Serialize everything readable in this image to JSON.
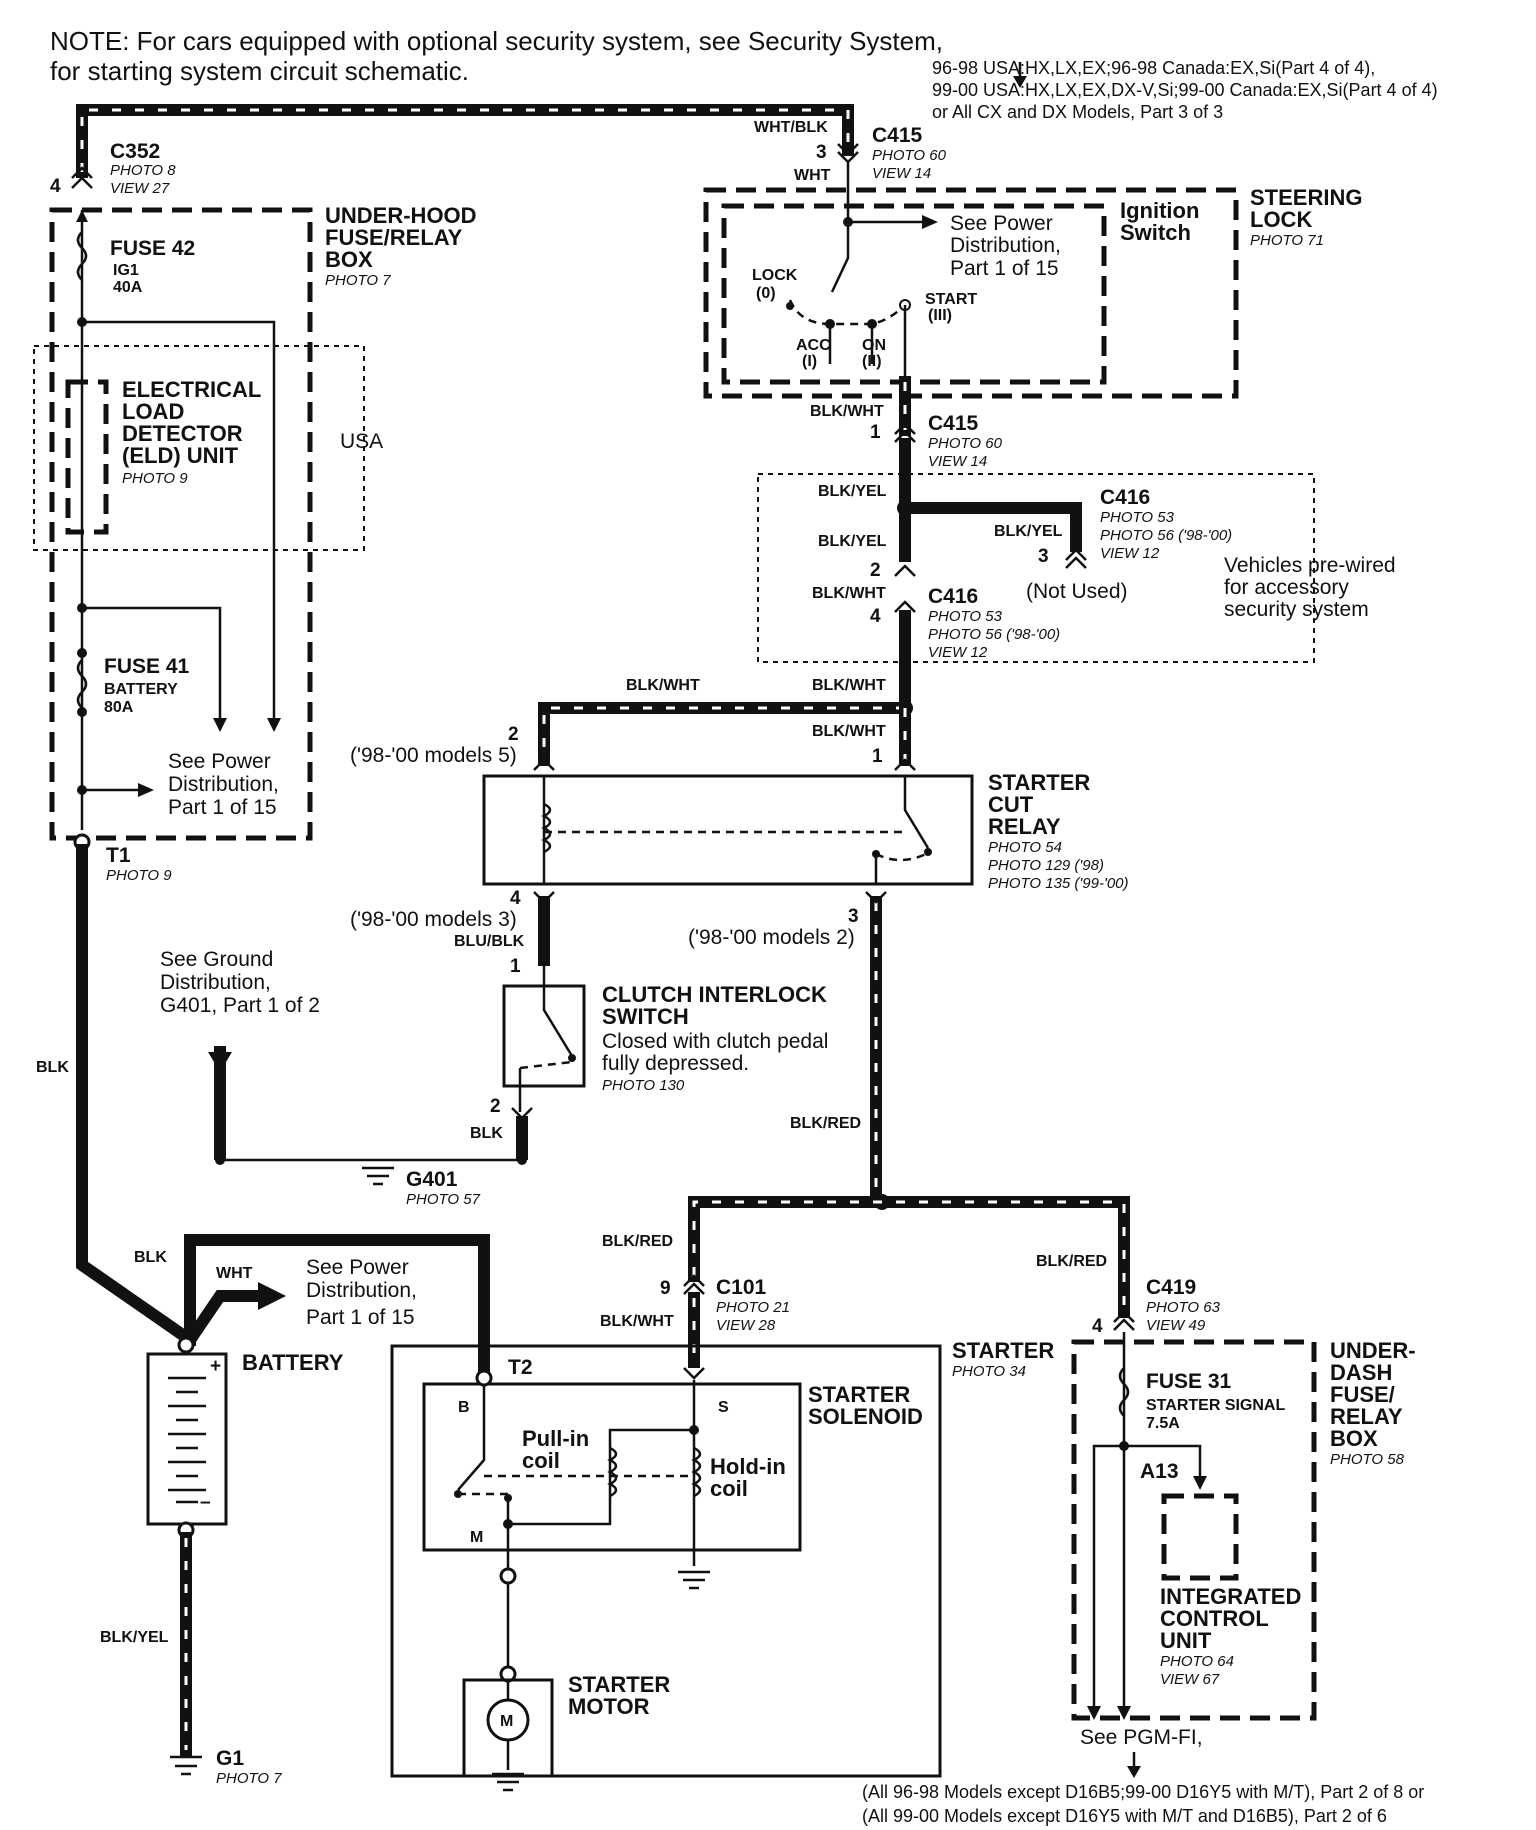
{
  "note": {
    "line1": "NOTE: For cars equipped with optional security system, see Security System,",
    "line2": "for starting system circuit schematic.",
    "ref1": "96-98 USA:HX,LX,EX;96-98 Canada:EX,Si(Part 4 of 4),",
    "ref2": "99-00 USA:HX,LX,EX,DX-V,Si;99-00 Canada:EX,Si(Part 4 of 4)",
    "ref3": "or All CX and DX Models, Part 3 of 3"
  },
  "c352": {
    "name": "C352",
    "photo": "PHOTO 8",
    "view": "VIEW 27",
    "pin": "4"
  },
  "underhood": {
    "l1": "UNDER-HOOD",
    "l2": "FUSE/RELAY",
    "l3": "BOX",
    "photo": "PHOTO 7"
  },
  "fuse42": {
    "name": "FUSE 42",
    "sub": "IG1",
    "amp": "40A"
  },
  "eld": {
    "l1": "ELECTRICAL",
    "l2": "LOAD",
    "l3": "DETECTOR",
    "l4": "(ELD) UNIT",
    "photo": "PHOTO 9",
    "region": "USA"
  },
  "fuse41": {
    "name": "FUSE 41",
    "sub": "BATTERY",
    "amp": "80A"
  },
  "powerdist1": {
    "l1": "See Power",
    "l2": "Distribution,",
    "l3": "Part 1 of 15"
  },
  "t1": {
    "name": "T1",
    "photo": "PHOTO 9"
  },
  "wires": {
    "blk_left": "BLK",
    "blk_batt": "BLK",
    "wht_batt": "WHT",
    "blkyel_g1": "BLK/YEL",
    "whtblk": "WHT/BLK",
    "wht": "WHT",
    "blkwht_c415": "BLK/WHT",
    "blkyel_1": "BLK/YEL",
    "blkyel_2": "BLK/YEL",
    "blkyel_3": "BLK/YEL",
    "blkwht_c416": "BLK/WHT",
    "blkwht_top": "BLK/WHT",
    "blkwht_top2": "BLK/WHT",
    "blkwht_relay": "BLK/WHT",
    "blublk": "BLU/BLK",
    "blk_clutch": "BLK",
    "blkred_main": "BLK/RED",
    "blkred_c101": "BLK/RED",
    "blkwht_c101": "BLK/WHT",
    "blkred_c419": "BLK/RED"
  },
  "c415_top": {
    "name": "C415",
    "photo": "PHOTO 60",
    "view": "VIEW 14",
    "pin": "3"
  },
  "ignition": {
    "steering1": "STEERING",
    "steering2": "LOCK",
    "steering_photo": "PHOTO 71",
    "sw1": "Ignition",
    "sw2": "Switch",
    "pd1": "See Power",
    "pd2": "Distribution,",
    "pd3": "Part 1 of 15",
    "lock": "LOCK",
    "lock0": "(0)",
    "acc": "ACC",
    "acc1": "(I)",
    "on": "ON",
    "on2": "(II)",
    "start": "START",
    "start3": "(III)"
  },
  "c415_bot": {
    "name": "C415",
    "photo": "PHOTO 60",
    "view": "VIEW 14",
    "pin": "1"
  },
  "c416_top": {
    "name": "C416",
    "photo": "PHOTO 53",
    "photo2": "PHOTO 56 ('98-'00)",
    "view": "VIEW 12",
    "pin": "3",
    "notused": "(Not Used)"
  },
  "c416_bot": {
    "name": "C416",
    "photo": "PHOTO 53",
    "photo2": "PHOTO 56 ('98-'00)",
    "view": "VIEW 12",
    "pin2": "2",
    "pin4": "4"
  },
  "prewired": {
    "l1": "Vehicles pre-wired",
    "l2": "for accessory",
    "l3": "security system"
  },
  "relay": {
    "l1": "STARTER",
    "l2": "CUT",
    "l3": "RELAY",
    "photo": "PHOTO 54",
    "photo2": "PHOTO 129 ('98)",
    "photo3": "PHOTO 135 ('99-'00)",
    "pin2": "2",
    "pin2note": "('98-'00 models 5)",
    "pin1": "1",
    "pin4": "4",
    "pin4note": "('98-'00 models 3)",
    "pin3": "3",
    "pin3note": "('98-'00 models 2)"
  },
  "ground_ref": {
    "l1": "See Ground",
    "l2": "Distribution,",
    "l3": "G401, Part 1 of 2"
  },
  "clutch": {
    "l1": "CLUTCH INTERLOCK",
    "l2": "SWITCH",
    "d1": "Closed with clutch pedal",
    "d2": "fully depressed.",
    "photo": "PHOTO 130",
    "pin1": "1",
    "pin2": "2"
  },
  "g401": {
    "name": "G401",
    "photo": "PHOTO 57"
  },
  "battery": {
    "name": "BATTERY",
    "plus": "+",
    "minus": "–"
  },
  "powerdist_batt": {
    "l1": "See Power",
    "l2": "Distribution,",
    "l3": "Part 1 of 15"
  },
  "g1": {
    "name": "G1",
    "photo": "PHOTO 7"
  },
  "c101": {
    "name": "C101",
    "photo": "PHOTO 21",
    "view": "VIEW 28",
    "pin": "9"
  },
  "starter": {
    "name": "STARTER",
    "photo": "PHOTO 34"
  },
  "solenoid": {
    "l1": "STARTER",
    "l2": "SOLENOID",
    "t2": "T2",
    "b": "B",
    "s": "S",
    "m": "M",
    "pullin1": "Pull-in",
    "pullin2": "coil",
    "hold1": "Hold-in",
    "hold2": "coil"
  },
  "motor": {
    "l1": "STARTER",
    "l2": "MOTOR",
    "m": "M"
  },
  "c419": {
    "name": "C419",
    "photo": "PHOTO 63",
    "view": "VIEW 49",
    "pin": "4"
  },
  "underdash": {
    "l1": "UNDER-",
    "l2": "DASH",
    "l3": "FUSE/",
    "l4": "RELAY",
    "l5": "BOX",
    "photo": "PHOTO 58"
  },
  "fuse31": {
    "name": "FUSE 31",
    "sub": "STARTER SIGNAL",
    "amp": "7.5A"
  },
  "icu": {
    "a13": "A13",
    "l1": "INTEGRATED",
    "l2": "CONTROL",
    "l3": "UNIT",
    "photo": "PHOTO 64",
    "view": "VIEW 67"
  },
  "pgm": {
    "l1": "See PGM-FI,",
    "l2": "(All 96-98 Models except D16B5;99-00 D16Y5 with M/T), Part 2 of 8 or",
    "l3": "(All 99-00 Models except D16Y5 with M/T and D16B5), Part 2 of 6"
  }
}
